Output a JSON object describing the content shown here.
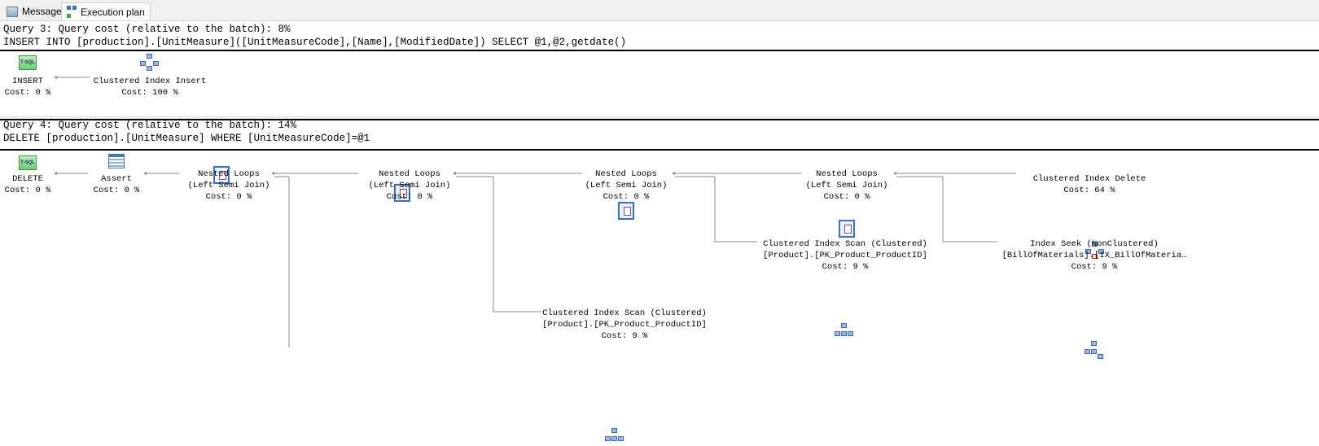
{
  "tabs": [
    {
      "label": "Messages",
      "icon": "messages-icon",
      "active": false
    },
    {
      "label": "Execution plan",
      "icon": "execution-plan-icon",
      "active": true
    }
  ],
  "query3": {
    "header": "Query 3: Query cost (relative to the batch): 8%",
    "sql": "INSERT INTO [production].[UnitMeasure]([UnitMeasureCode],[Name],[ModifiedDate]) SELECT @1,@2,getdate()",
    "nodes": [
      {
        "icon": "tsql-icon",
        "lines": [
          "INSERT",
          "Cost: 0 %"
        ]
      },
      {
        "icon": "clustered-index-insert-icon",
        "lines": [
          "Clustered Index Insert",
          "Cost: 100 %"
        ]
      }
    ]
  },
  "query4": {
    "header": "Query 4: Query cost (relative to the batch): 14%",
    "sql": "DELETE [production].[UnitMeasure] WHERE [UnitMeasureCode]=@1",
    "nodes": [
      {
        "icon": "tsql-icon",
        "lines": [
          "DELETE",
          "Cost: 0 %"
        ]
      },
      {
        "icon": "assert-icon",
        "lines": [
          "Assert",
          "Cost: 0 %"
        ]
      },
      {
        "icon": "nested-loops-icon",
        "lines": [
          "Nested Loops",
          "(Left Semi Join)",
          "Cost: 0 %"
        ]
      },
      {
        "icon": "nested-loops-icon",
        "lines": [
          "Nested Loops",
          "(Left Semi Join)",
          "Cost: 0 %"
        ]
      },
      {
        "icon": "nested-loops-icon",
        "lines": [
          "Nested Loops",
          "(Left Semi Join)",
          "Cost: 0 %"
        ]
      },
      {
        "icon": "nested-loops-icon",
        "lines": [
          "Nested Loops",
          "(Left Semi Join)",
          "Cost: 0 %"
        ]
      },
      {
        "icon": "clustered-index-delete-icon",
        "lines": [
          "Clustered Index Delete",
          "Cost: 64 %"
        ]
      },
      {
        "icon": "clustered-index-scan-icon",
        "lines": [
          "Clustered Index Scan (Clustered)",
          "[Product].[PK_Product_ProductID]",
          "Cost: 9 %"
        ]
      },
      {
        "icon": "index-seek-icon",
        "lines": [
          "Index Seek (NonClustered)",
          "[BillOfMaterials].[IX_BillOfMateria…",
          "Cost: 9 %"
        ]
      },
      {
        "icon": "clustered-index-scan-icon",
        "lines": [
          "Clustered Index Scan (Clustered)",
          "[Product].[PK_Product_ProductID]",
          "Cost: 9 %"
        ]
      }
    ]
  }
}
